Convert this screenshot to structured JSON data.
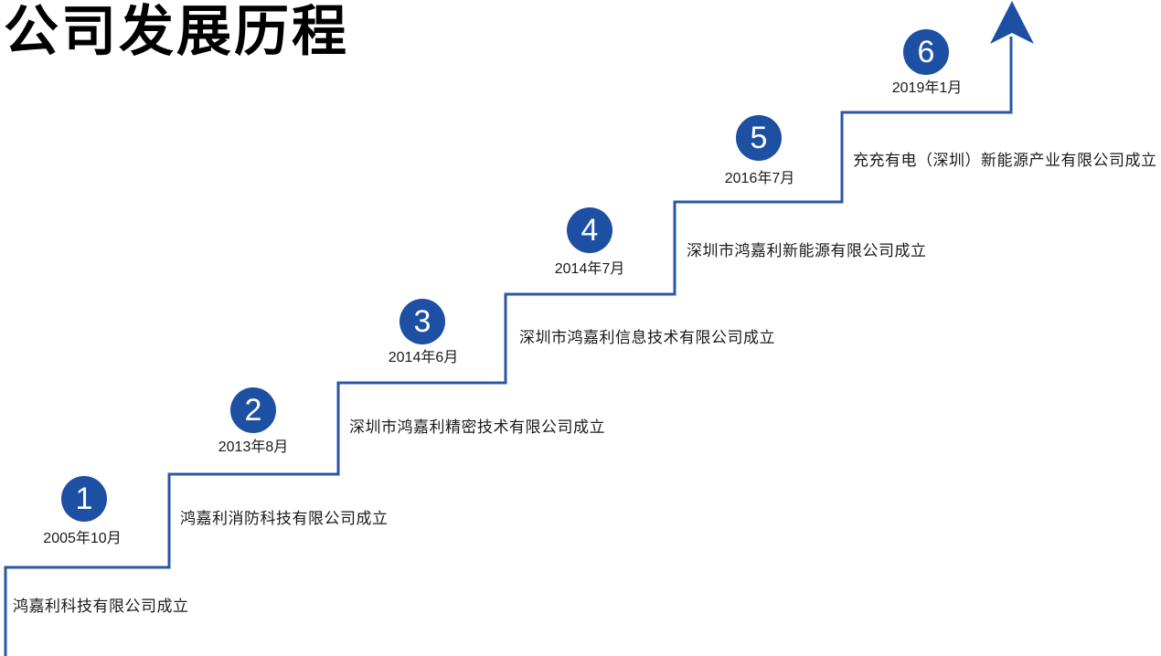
{
  "title": "公司发展历程",
  "colors": {
    "badge_blue": "#1d4fa3",
    "line_blue": "#2b57a7",
    "arrow_blue": "#1d4fa3",
    "text_dark": "#1a1a1a"
  },
  "icons": {
    "arrow": "up-arrow-icon"
  },
  "milestones": [
    {
      "number": "1",
      "date": "2005年10月",
      "event": "鸿嘉利科技有限公司成立"
    },
    {
      "number": "2",
      "date": "2013年8月",
      "event": "鸿嘉利消防科技有限公司成立"
    },
    {
      "number": "3",
      "date": "2014年6月",
      "event": "深圳市鸿嘉利精密技术有限公司成立"
    },
    {
      "number": "4",
      "date": "2014年7月",
      "event": "深圳市鸿嘉利信息技术有限公司成立"
    },
    {
      "number": "5",
      "date": "2016年7月",
      "event": "深圳市鸿嘉利新能源有限公司成立"
    },
    {
      "number": "6",
      "date": "2019年1月",
      "event": "充充有电（深圳）新能源产业有限公司成立"
    }
  ]
}
